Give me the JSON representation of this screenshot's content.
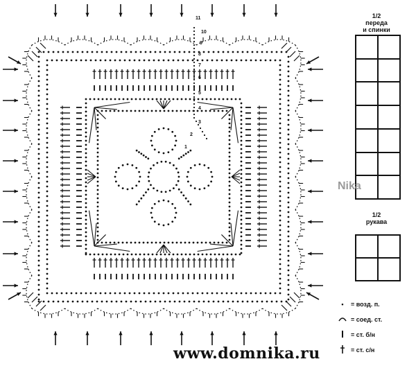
{
  "rounds": [
    "1",
    "2",
    "3",
    "4",
    "5",
    "6",
    "7",
    "8",
    "9",
    "10",
    "11"
  ],
  "panel_front_back": {
    "title_line1": "1/2",
    "title_line2": "переда",
    "title_line3": "и спинки",
    "cols": 2,
    "rows": 7
  },
  "panel_sleeve": {
    "title_line1": "1/2",
    "title_line2": "рукава",
    "cols": 2,
    "rows": 2
  },
  "legend": [
    {
      "icon": "chain-dot-icon",
      "label": "= возд. п."
    },
    {
      "icon": "slip-stitch-arc-icon",
      "label": "= соед. ст."
    },
    {
      "icon": "single-crochet-icon",
      "label": "= ст. б/н"
    },
    {
      "icon": "double-crochet-icon",
      "label": "= ст. с/н"
    }
  ],
  "watermark": "Nika",
  "site": "www.domnika.ru",
  "colors": {
    "ink": "#111111",
    "watermark": "#9a9a9a"
  }
}
